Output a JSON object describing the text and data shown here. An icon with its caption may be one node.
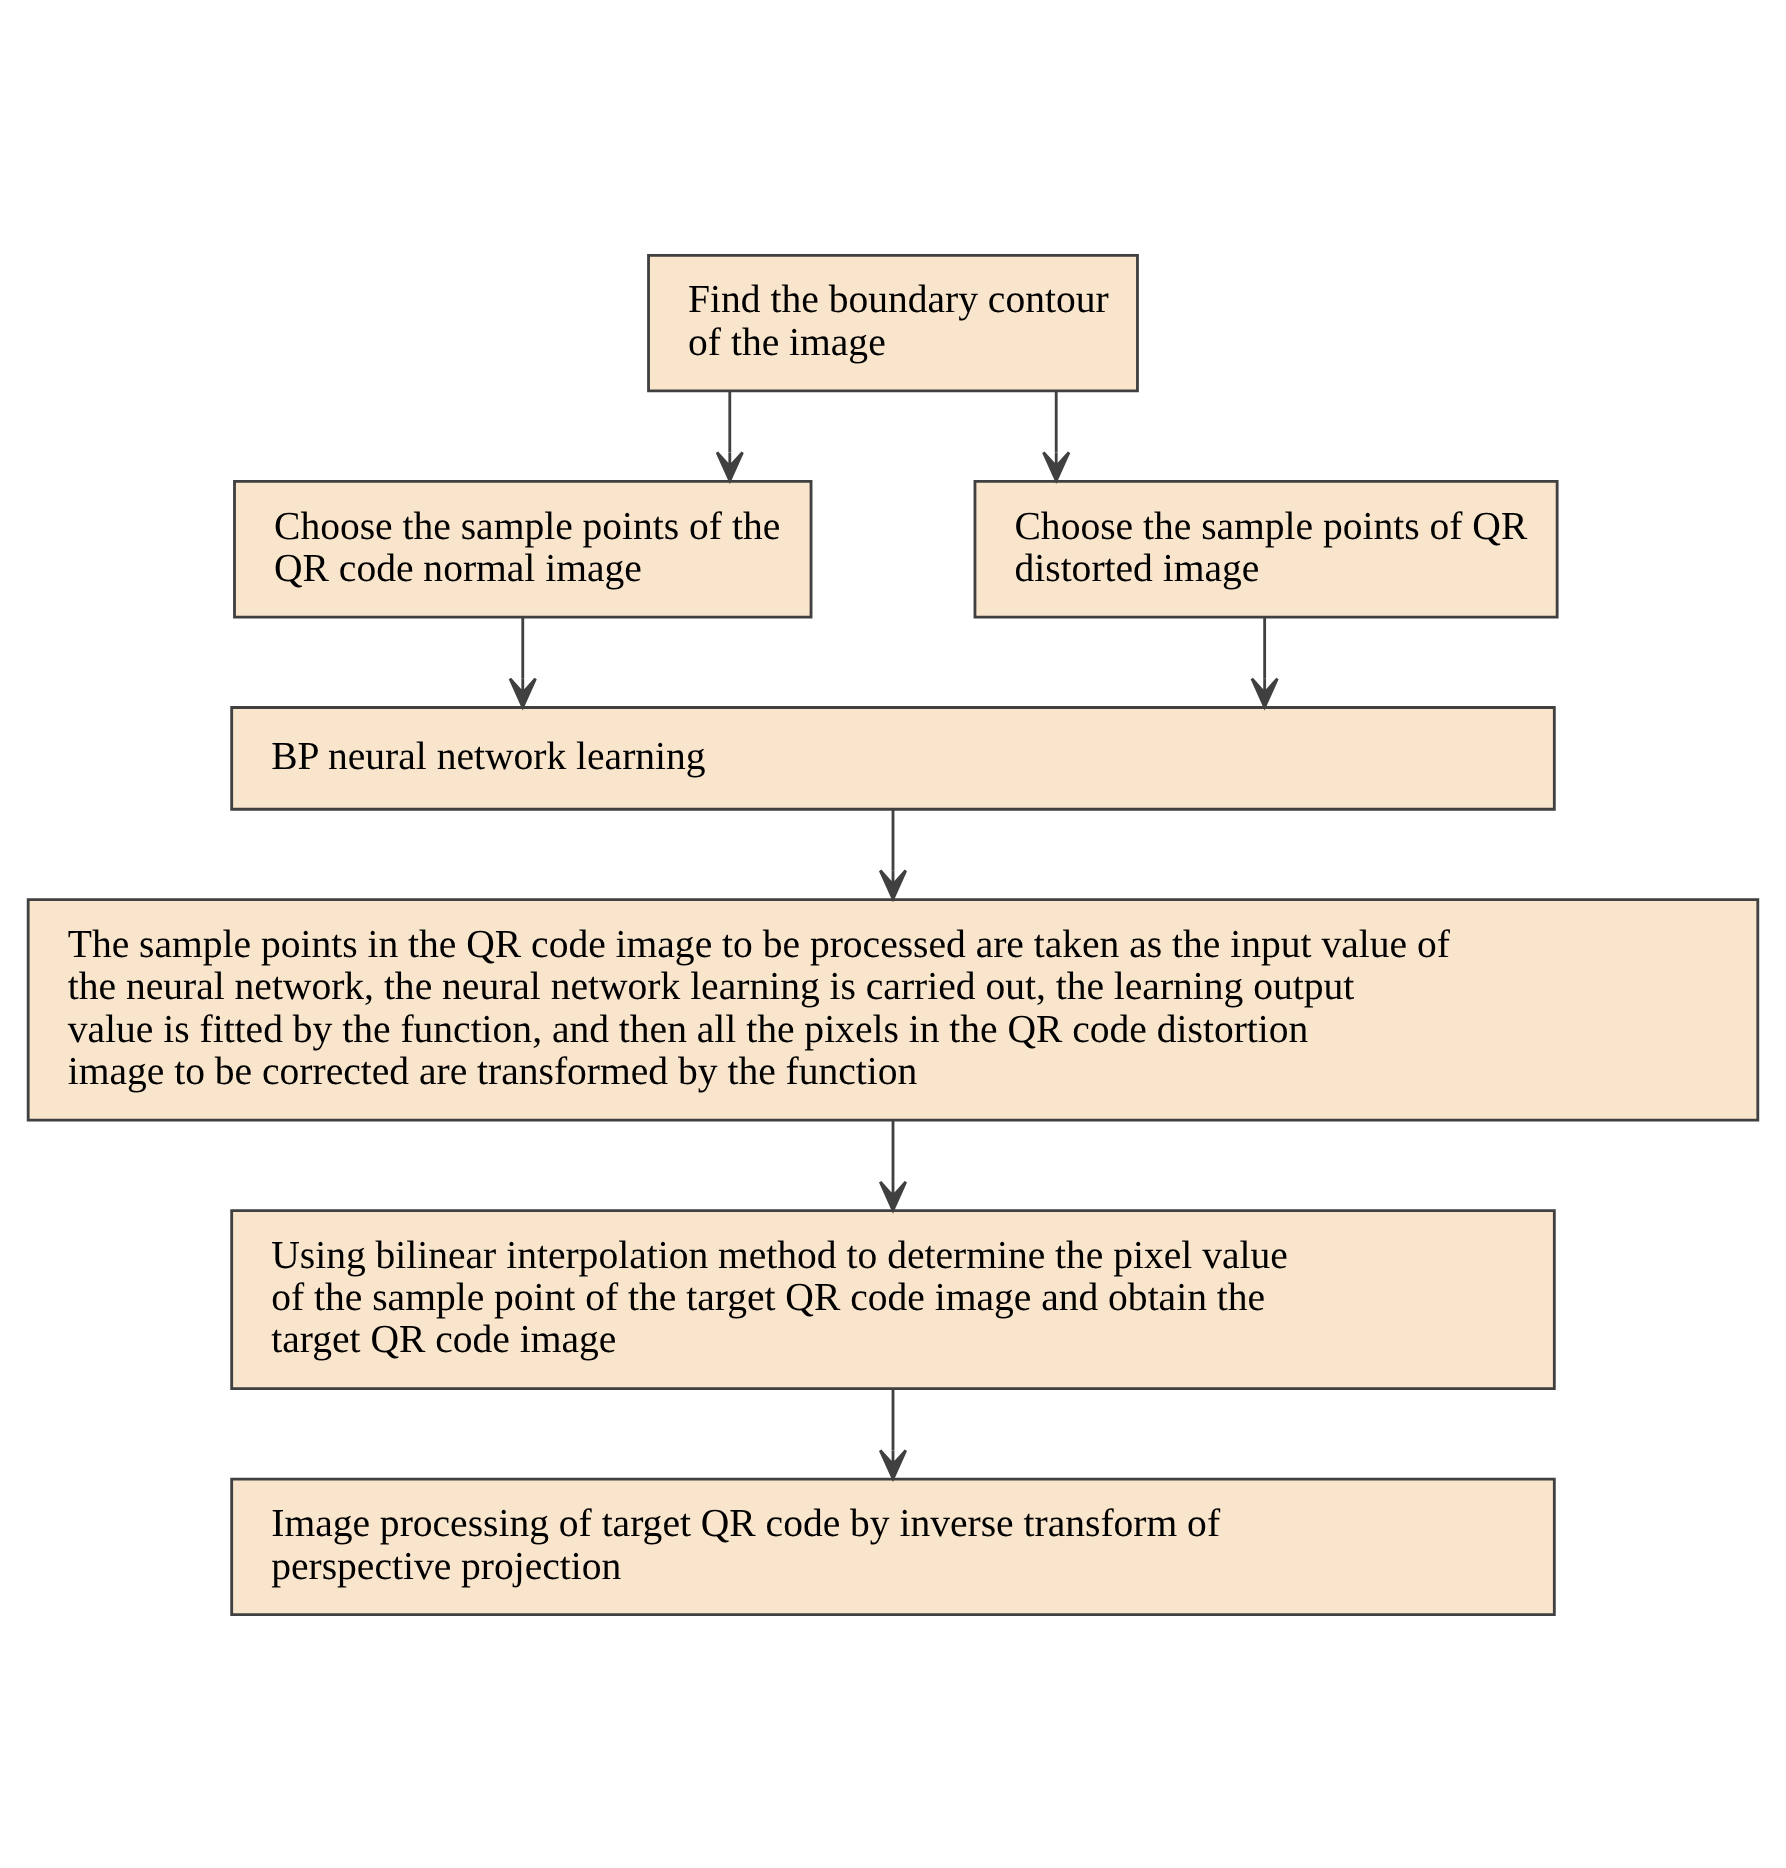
{
  "diagram": {
    "nodes": [
      {
        "text": [
          "Find the boundary contour of the image"
        ]
      },
      {
        "text": [
          "Choose the sample points of the QR code normal image"
        ]
      },
      {
        "text": [
          "Choose the sample points of QR distorted image"
        ]
      },
      {
        "text": [
          "BP neural network learning"
        ]
      },
      {
        "text": [
          "The sample points in the QR code image to be processed are taken as the input value of the neural network, the neural network learning is carried out, the learning output value is fitted by the function, and then all the pixels in the QR code distortion image to be corrected are transformed by the function"
        ]
      },
      {
        "text": [
          "Using bilinear interpolation method to determine the pixel value of the sample point of the target QR code image and obtain the target QR code image"
        ]
      },
      {
        "text": [
          "Image processing of target QR code by inverse transform of perspective projection"
        ]
      }
    ],
    "edges": [
      {
        "from": 0,
        "to": 1,
        "arrow": "to"
      },
      {
        "from": 0,
        "to": 2,
        "arrow": "to"
      },
      {
        "from": 1,
        "to": 3,
        "arrow": "to"
      },
      {
        "from": 2,
        "to": 3,
        "arrow": "to"
      },
      {
        "from": 3,
        "to": 4,
        "arrow": "to"
      },
      {
        "from": 4,
        "to": 5,
        "arrow": "to"
      },
      {
        "from": 5,
        "to": 6,
        "arrow": "to"
      }
    ]
  }
}
